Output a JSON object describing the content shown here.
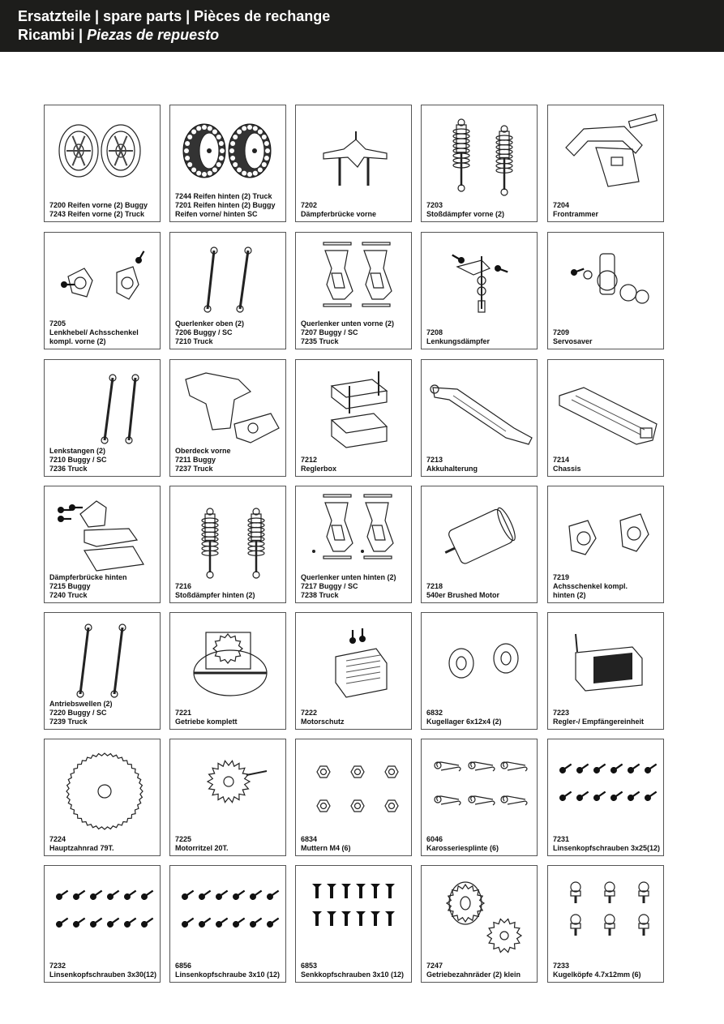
{
  "header": {
    "line1": "Ersatzteile | spare parts | Pièces de rechange",
    "line2_a": "Ricambi  | ",
    "line2_b": "Piezas de repuesto"
  },
  "parts": [
    {
      "caption": "7200 Reifen vorne (2) Buggy\n7243 Reifen vorne (2) Truck",
      "icon": "front-tire-icon"
    },
    {
      "caption": "7244 Reifen hinten (2) Truck\n7201 Reifen hinten (2) Buggy\n         Reifen vorne/ hinten SC",
      "icon": "rear-tire-icon"
    },
    {
      "caption": "7202\nDämpferbrücke vorne",
      "icon": "front-shock-tower-icon"
    },
    {
      "caption": "7203\nStoßdämpfer vorne (2)",
      "icon": "front-shock-icon"
    },
    {
      "caption": "7204\nFrontrammer",
      "icon": "front-bumper-icon"
    },
    {
      "caption": "7205\nLenkhebel/ Achsschenkel\nkompl. vorne (2)",
      "icon": "steering-knuckle-icon"
    },
    {
      "caption": "Querlenker oben (2)\n7206 Buggy / SC\n7210 Truck",
      "icon": "upper-arm-icon"
    },
    {
      "caption": "Querlenker unten vorne (2)\n7207 Buggy / SC\n7235 Truck",
      "icon": "lower-arm-front-icon"
    },
    {
      "caption": "7208\nLenkungsdämpfer",
      "icon": "steering-damper-icon"
    },
    {
      "caption": "7209\nServosaver",
      "icon": "servo-saver-icon"
    },
    {
      "caption": "Lenkstangen (2)\n7210 Buggy / SC\n7236 Truck",
      "icon": "steering-rod-icon"
    },
    {
      "caption": "Oberdeck vorne\n7211 Buggy\n7237 Truck",
      "icon": "upper-deck-icon"
    },
    {
      "caption": "7212\nReglerbox",
      "icon": "esc-box-icon"
    },
    {
      "caption": "7213\nAkkuhalterung",
      "icon": "battery-holder-icon"
    },
    {
      "caption": "7214\nChassis",
      "icon": "chassis-icon"
    },
    {
      "caption": "Dämpferbrücke hinten\n7215 Buggy\n7240 Truck",
      "icon": "rear-shock-tower-icon"
    },
    {
      "caption": "7216\nStoßdämpfer hinten (2)",
      "icon": "rear-shock-icon"
    },
    {
      "caption": "Querlenker unten hinten (2)\n7217 Buggy / SC\n7238 Truck",
      "icon": "lower-arm-rear-icon"
    },
    {
      "caption": "7218\n540er Brushed Motor",
      "icon": "motor-icon"
    },
    {
      "caption": "7219\nAchsschenkel kompl.\nhinten (2)",
      "icon": "rear-hub-icon"
    },
    {
      "caption": "Antriebswellen (2)\n7220 Buggy / SC\n7239 Truck",
      "icon": "drive-shaft-icon"
    },
    {
      "caption": "7221\nGetriebe komplett",
      "icon": "gearbox-icon"
    },
    {
      "caption": "7222\nMotorschutz",
      "icon": "motor-guard-icon"
    },
    {
      "caption": "6832\nKugellager 6x12x4 (2)",
      "icon": "ball-bearing-icon"
    },
    {
      "caption": "7223\nRegler-/ Empfängereinheit",
      "icon": "receiver-unit-icon"
    },
    {
      "caption": "7224\nHauptzahnrad 79T.",
      "icon": "spur-gear-icon"
    },
    {
      "caption": "7225\nMotorritzel 20T.",
      "icon": "pinion-gear-icon"
    },
    {
      "caption": "6834\nMuttern M4 (6)",
      "icon": "nut-icon"
    },
    {
      "caption": "6046\nKarosseriesplinte (6)",
      "icon": "body-clip-icon"
    },
    {
      "caption": "7231\nLinsenkopfschrauben 3x25(12)",
      "icon": "screw-icon"
    },
    {
      "caption": "7232\nLinsenkopfschrauben 3x30(12)",
      "icon": "screw-icon"
    },
    {
      "caption": "6856\nLinsenkopfschraube 3x10 (12)",
      "icon": "screw-icon"
    },
    {
      "caption": "6853\nSenkkopfschrauben 3x10 (12)",
      "icon": "countersunk-screw-icon"
    },
    {
      "caption": "7247\nGetriebezahnräder (2) klein",
      "icon": "small-gears-icon"
    },
    {
      "caption": "7233\nKugelköpfe 4.7x12mm (6)",
      "icon": "ball-head-icon"
    }
  ]
}
